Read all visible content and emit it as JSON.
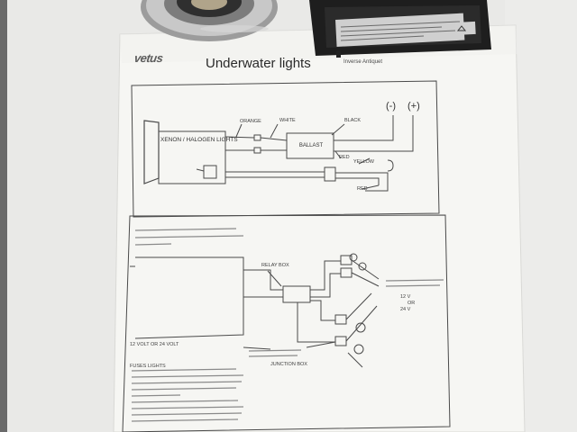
{
  "header": {
    "brand": "vetus",
    "title": "Underwater lights",
    "ballast_caption": "Inverse Antiquet"
  },
  "diagram_top": {
    "light_box": "XENON / HALOGEN LIGHTS",
    "ballast_box": "BALLAST",
    "wire_labels": {
      "orange": "ORANGE",
      "white": "WHITE",
      "black": "BLACK",
      "red": "RED",
      "yellow": "YELLOW",
      "red_lower": "RED"
    },
    "polarity": {
      "negative": "(-)",
      "positive": "(+)"
    }
  },
  "diagram_bottom": {
    "relay_box": "RELAY BOX",
    "junction_box": "JUNCTION BOX",
    "supply": "12 VOLT OR 24 VOLT",
    "voltage_option_a": "12 V",
    "voltage_option_or": "OR",
    "voltage_option_b": "24 V",
    "fuses_label": "FUSES LIGHTS"
  },
  "colors": {
    "paper": "#f6f6f3",
    "ink": "#4a4a4a",
    "ballast_body": "#1e1e1e",
    "chrome": "#b9b9b9",
    "background": "#e9e9e7"
  }
}
